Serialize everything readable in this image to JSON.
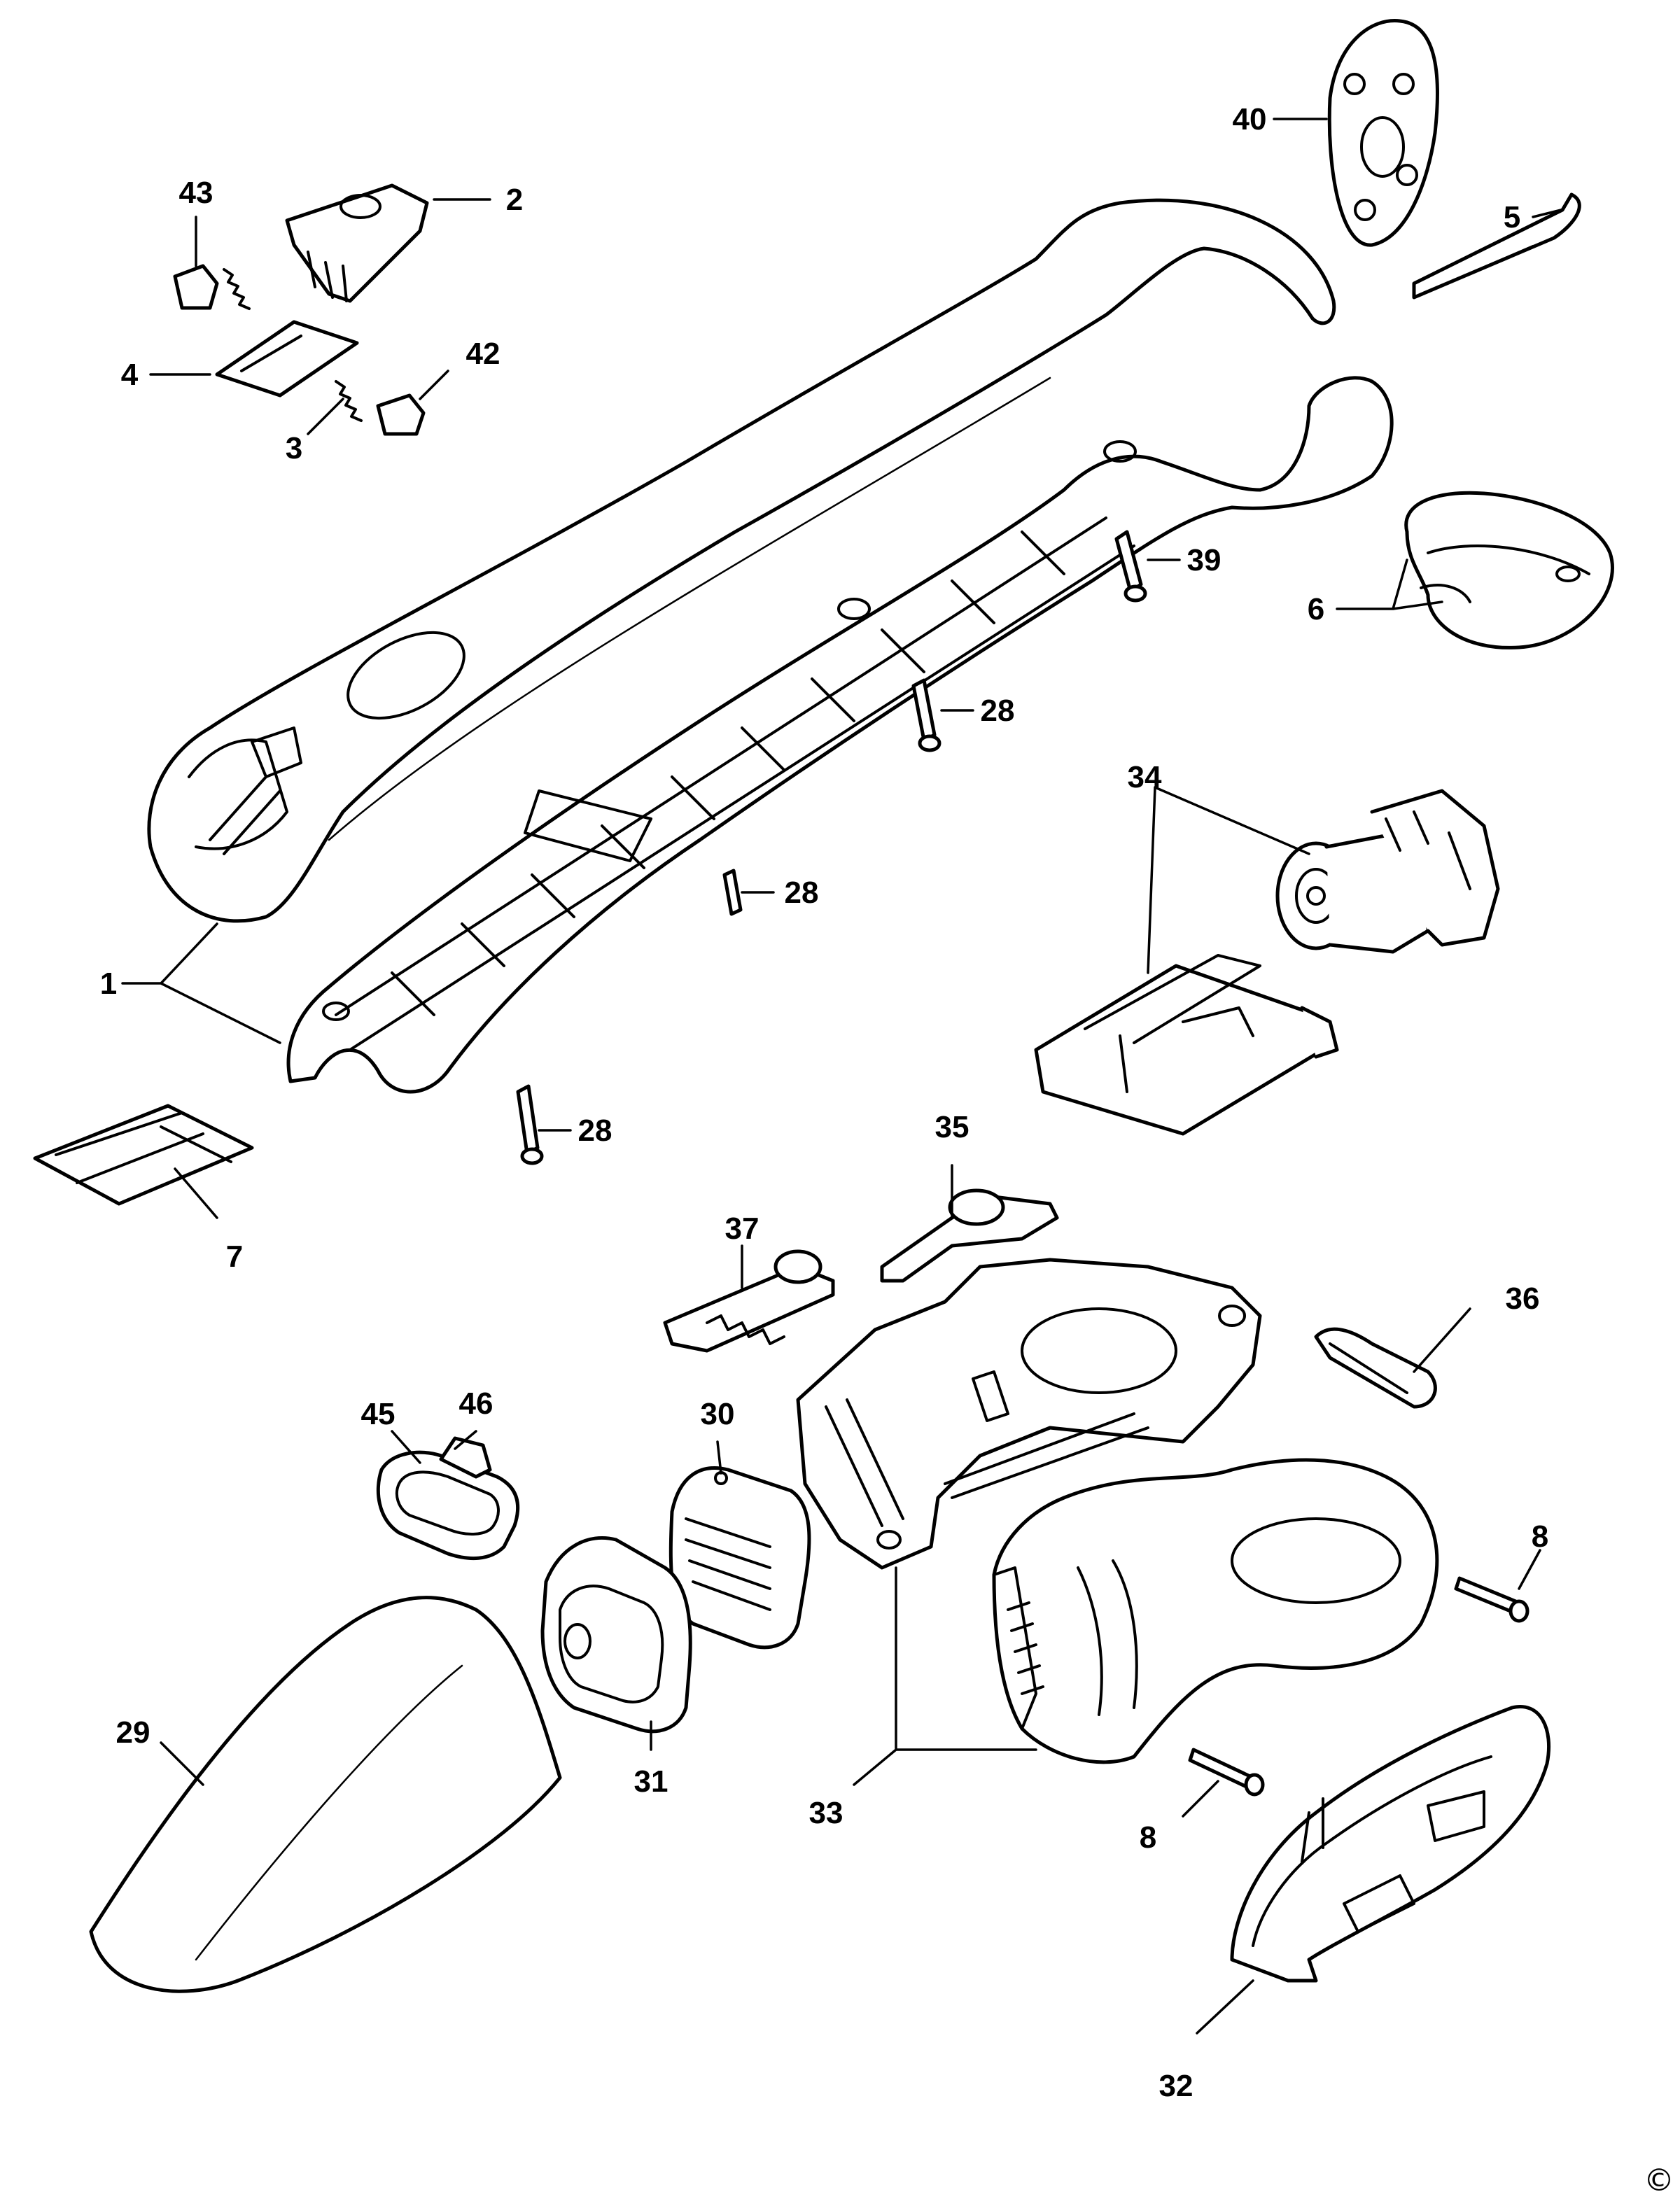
{
  "labels": {
    "p1": "1",
    "p2": "2",
    "p3": "3",
    "p4": "4",
    "p5": "5",
    "p6": "6",
    "p7": "7",
    "p8a": "8",
    "p8b": "8",
    "p28a": "28",
    "p28b": "28",
    "p28c": "28",
    "p29": "29",
    "p30": "30",
    "p31": "31",
    "p32": "32",
    "p33": "33",
    "p34": "34",
    "p35": "35",
    "p36": "36",
    "p37": "37",
    "p39": "39",
    "p40": "40",
    "p42": "42",
    "p43": "43",
    "p45": "45",
    "p46": "46"
  },
  "copyright": "©"
}
